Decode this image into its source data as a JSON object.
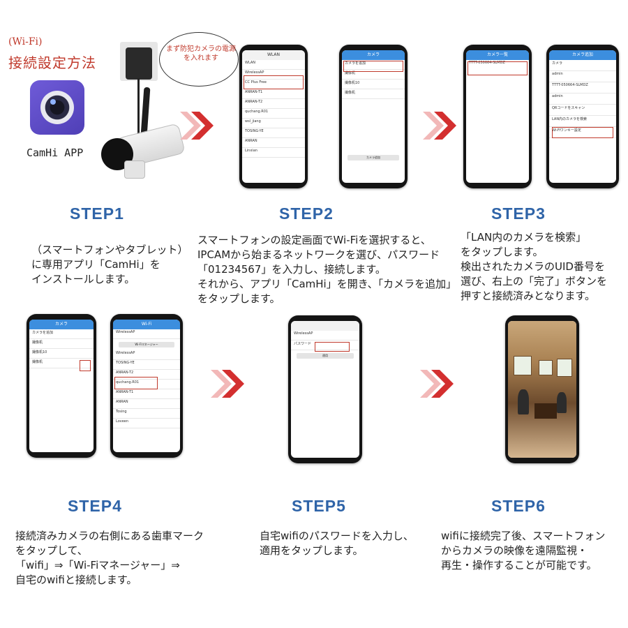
{
  "header": {
    "wifi_label": "(Wi-Fi)",
    "title": "接続設定方法",
    "app_name": "CamHi APP",
    "bubble_text": "まず防犯カメラの電源を入れます"
  },
  "phones": {
    "p1": {
      "bar": "WLAN",
      "rows": [
        "WLAN",
        "WirelessAP",
        "CC Plus Free",
        "ANRAN-T1",
        "ANRAN-T2",
        "quchang.R01",
        "wsl_jiang",
        "TOSING-YE",
        "ANRAN",
        "Linxian"
      ]
    },
    "p2": {
      "bar": "カメラ",
      "rows": [
        "カメラを追加",
        "撮像机",
        "撮像机10",
        "撮像机"
      ],
      "footer": "カメラ追加"
    },
    "p3": {
      "bar": "カメラ一覧",
      "rows": [
        "TTTT-050664-SLMDZ"
      ]
    },
    "p4": {
      "bar": "カメラ追加",
      "rows": [
        "カメラ",
        "admin",
        "TTTT-050664-SLMDZ",
        "admin",
        "QRコードをスキャン",
        "LAN内のカメラを検索",
        "Wi-Fiワンキー設定"
      ]
    },
    "p5": {
      "bar": "カメラ",
      "rows": [
        "カメラを追加",
        "撮像机",
        "撮像机10",
        "撮像机"
      ]
    },
    "p6": {
      "bar": "Wi-Fi",
      "rows": [
        "WirelessAP",
        "Wi-Fiマネージャー",
        "WirelessAP",
        "TOSING-YE",
        "ANRAN-T2",
        "quchang.R01",
        "ANRAN-T1",
        "ANRAN",
        "Tosing",
        "Loveen"
      ]
    },
    "p7": {
      "bar": "",
      "rows": [
        "WirelessAP",
        "パスワード",
        "適用"
      ]
    }
  },
  "steps": [
    {
      "label": "STEP1",
      "text": "（スマートフォンやタブレット）\nに専用アプリ「CamHi」を\nインストールします。"
    },
    {
      "label": "STEP2",
      "text": "スマートフォンの設定画面でWi-Fiを選択すると、\nIPCAMから始まるネットワークを選び、パスワード\n「01234567」を入力し、接続します。\nそれから、アプリ「CamHi」を開き、「カメラを追加」\nをタップします。"
    },
    {
      "label": "STEP3",
      "text": "「LAN内のカメラを検索」\nをタップします。\n検出されたカメラのUID番号を\n選び、右上の「完了」ボタンを\n押すと接続済みとなります。"
    },
    {
      "label": "STEP4",
      "text": "接続済みカメラの右側にある歯車マーク\nをタップして、\n「wifi」⇒「Wi-Fiマネージャー」⇒\n自宅のwifiと接続します。"
    },
    {
      "label": "STEP5",
      "text": "自宅wifiのパスワードを入力し、\n適用をタップします。"
    },
    {
      "label": "STEP6",
      "text": "wifiに接続完了後、スマートフォン\nからカメラの映像を遠隔監視・\n再生・操作することが可能です。"
    }
  ],
  "colors": {
    "accent_red": "#c0392b",
    "step_blue": "#2f64a8",
    "app_purple": "#5b49c7"
  }
}
